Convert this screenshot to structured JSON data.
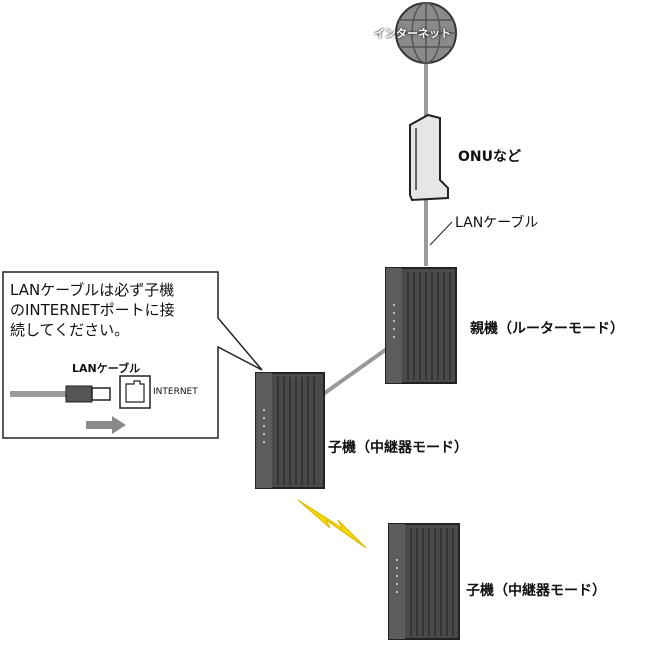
{
  "globe": {
    "label": "インターネット"
  },
  "onu": {
    "label": "ONUなど"
  },
  "cable": {
    "label": "LANケーブル"
  },
  "parent": {
    "label": "親機（ルーターモード）"
  },
  "child1": {
    "label": "子機（中継器モード）"
  },
  "child2": {
    "label": "子機（中継器モード）"
  },
  "callout": {
    "lines": [
      "LANケーブルは必ず子機",
      "のINTERNETポートに接",
      "続してください。"
    ],
    "cable_label": "LANケーブル",
    "port_label": "INTERNET"
  },
  "colors": {
    "wireless": "#f5d800",
    "cable": "#9a9a9a",
    "device": "#4a4a4a"
  }
}
